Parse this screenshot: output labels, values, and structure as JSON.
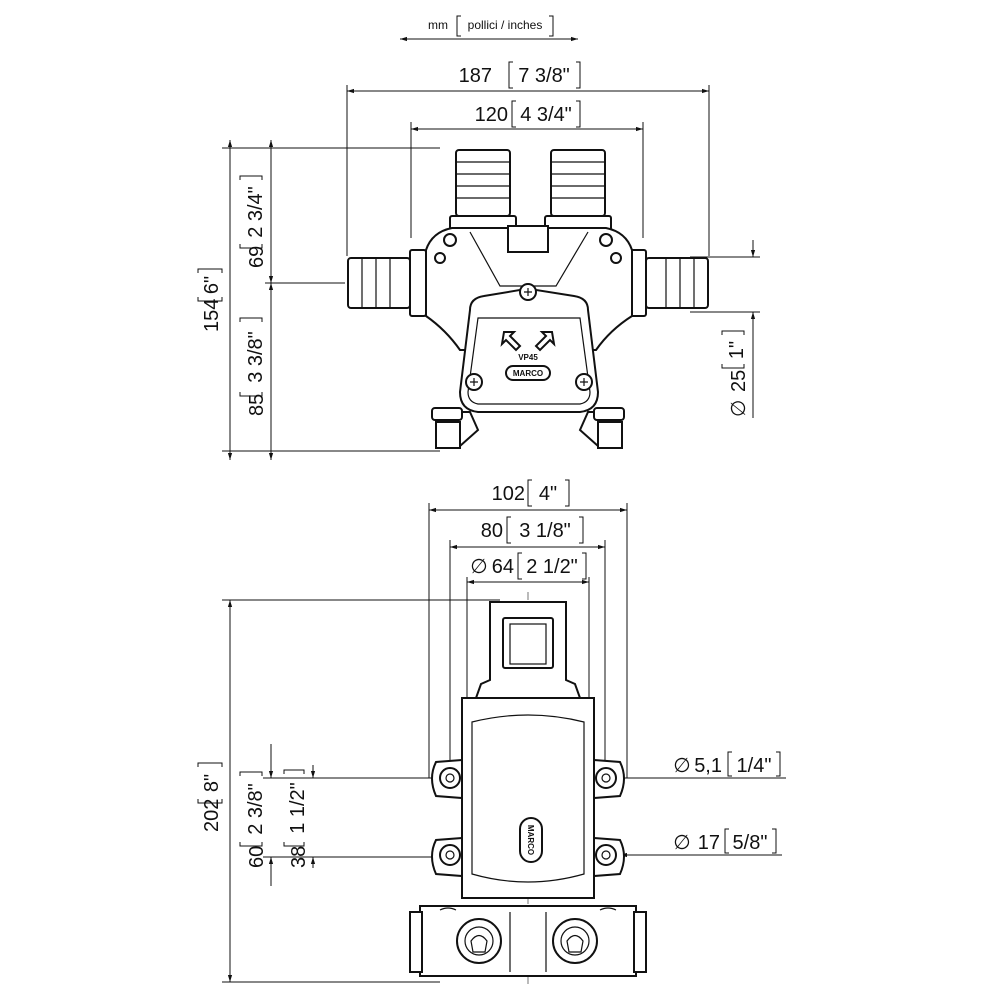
{
  "units_legend": {
    "mm": "mm",
    "inches": "pollici / inches"
  },
  "top_view": {
    "overall_width": {
      "mm": "187",
      "in": "7 3/8\""
    },
    "inner_width": {
      "mm": "120",
      "in": "4 3/4\""
    },
    "overall_height": {
      "mm": "154",
      "in": "6\""
    },
    "upper_height": {
      "mm": "69",
      "in": "2 3/4\""
    },
    "lower_height": {
      "mm": "85",
      "in": "3 3/8\""
    },
    "port_diameter": {
      "prefix": "∅",
      "mm": "25",
      "in": "1\""
    },
    "model_label": "VP45",
    "brand_label": "MARCO"
  },
  "bottom_view": {
    "overall_width": {
      "mm": "102",
      "in": "4\""
    },
    "hole_spacing_width": {
      "mm": "80",
      "in": "3 1/8\""
    },
    "body_diameter": {
      "prefix": "∅",
      "mm": "64",
      "in": "2 1/2\""
    },
    "overall_length": {
      "mm": "202",
      "in": "8\""
    },
    "outer_hole_spacing": {
      "mm": "60",
      "in": "2 3/8\""
    },
    "inner_hole_spacing": {
      "mm": "38",
      "in": "1 1/2\""
    },
    "mount_hole_diameter": {
      "prefix": "∅",
      "mm": "5,1",
      "in": "1/4\""
    },
    "grommet_diameter": {
      "prefix": "∅",
      "mm": "17",
      "in": "5/8\""
    },
    "brand_label": "MARCO"
  }
}
